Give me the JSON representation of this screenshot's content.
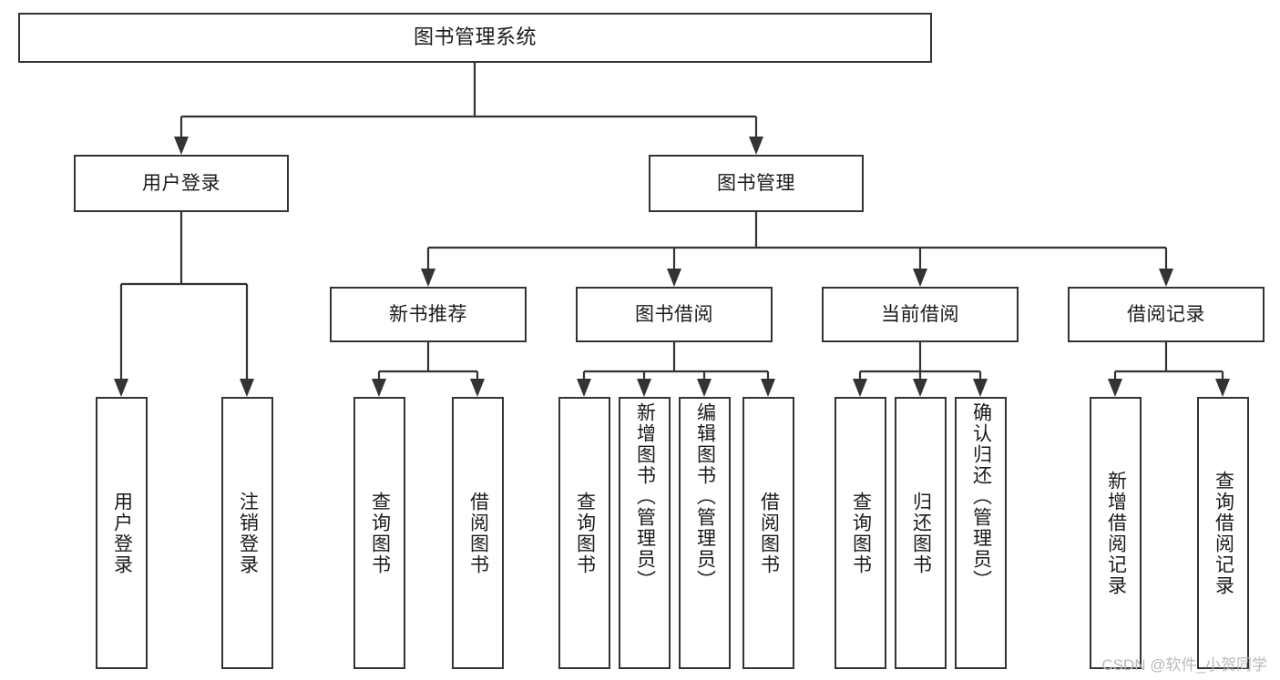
{
  "diagram": {
    "title": "图书管理系统",
    "watermark": "CSDN @软件_小贺同学",
    "nodes": {
      "root": "图书管理系统",
      "user_login": "用户登录",
      "book_manage": "图书管理",
      "new_book_rec": "新书推荐",
      "book_borrow": "图书借阅",
      "current_borrow": "当前借阅",
      "borrow_record": "借阅记录",
      "leaf_user_login": "用户登录",
      "leaf_logout": "注销登录",
      "leaf_query_book_1": "查询图书",
      "leaf_borrow_book_1": "借阅图书",
      "leaf_query_book_2": "查询图书",
      "leaf_add_book_admin": "新增图书（管理员）",
      "leaf_edit_book_admin": "编辑图书（管理员）",
      "leaf_borrow_book_2": "借阅图书",
      "leaf_query_book_3": "查询图书",
      "leaf_return_book": "归还图书",
      "leaf_confirm_return_admin": "确认归还（管理员）",
      "leaf_add_borrow_record": "新增借阅记录",
      "leaf_query_borrow_record": "查询借阅记录"
    },
    "colors": {
      "stroke": "#333333",
      "fill": "#ffffff",
      "text": "#1a1a1a",
      "watermark": "#b9b9b9"
    }
  }
}
